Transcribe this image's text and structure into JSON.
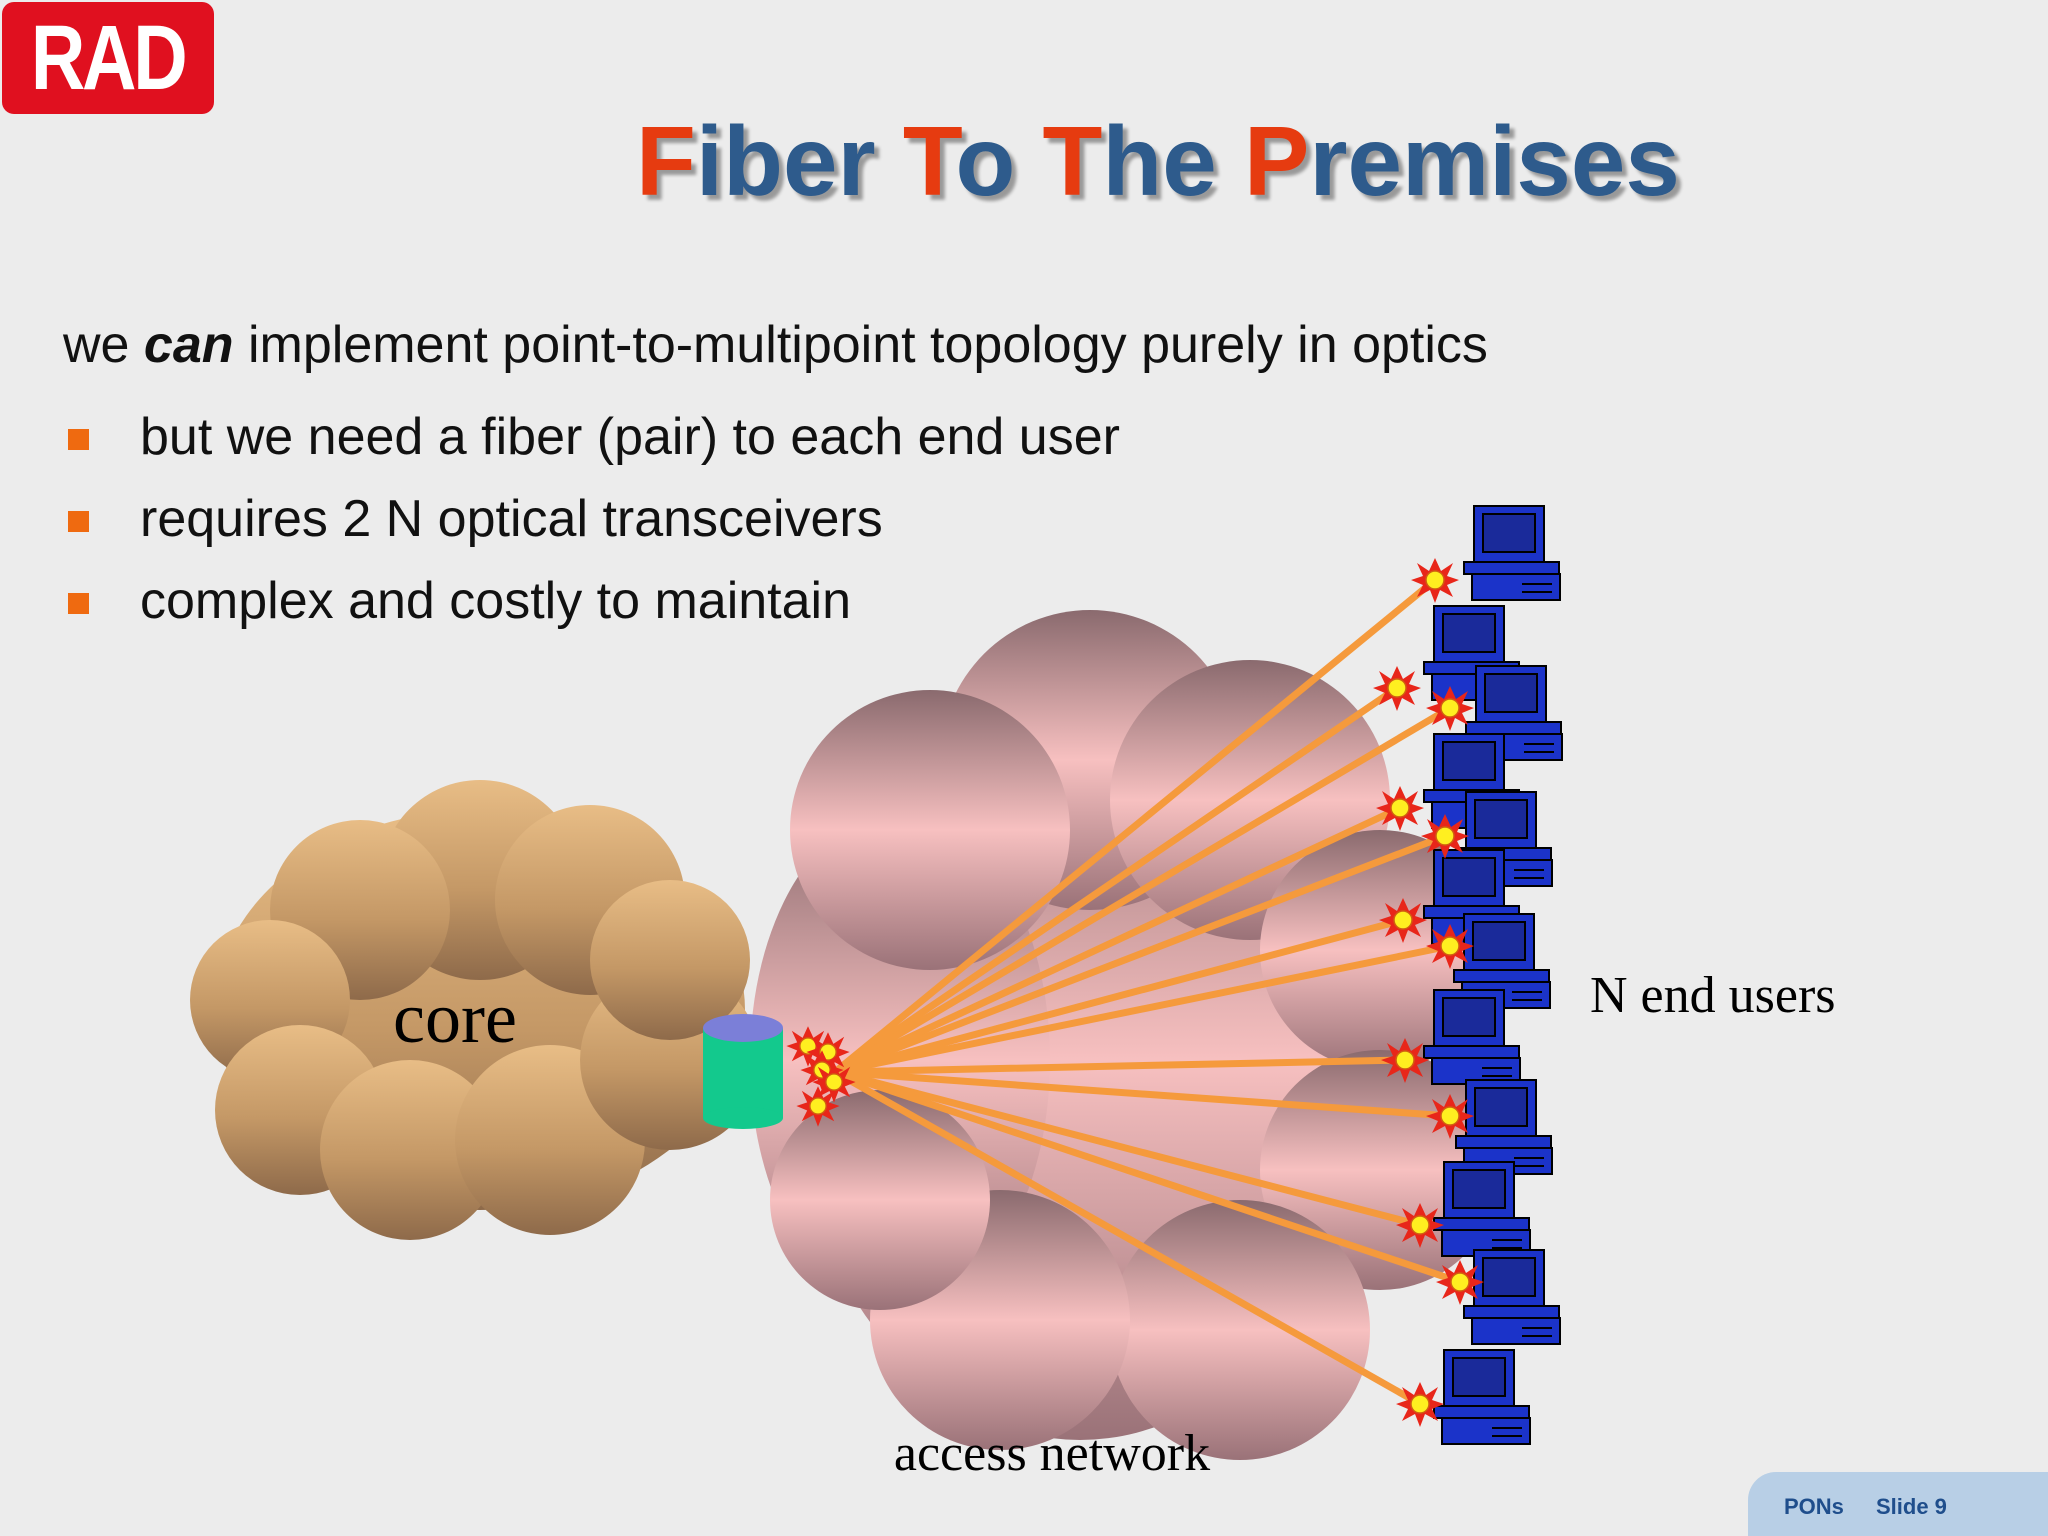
{
  "logo": {
    "text": "RAD"
  },
  "title": {
    "parts": [
      "F",
      "iber ",
      "T",
      "o ",
      "T",
      "he ",
      "P",
      "remises"
    ]
  },
  "intro": {
    "pre": "we ",
    "emph": "can",
    "post": " implement point-to-multipoint topology purely in optics"
  },
  "bullets": [
    "but we need a fiber (pair) to each end user",
    "requires 2 N optical transceivers",
    "complex and costly to maintain"
  ],
  "diagram": {
    "core_label": "core",
    "access_label": "access network",
    "users_label": "N end users"
  },
  "footer": {
    "section": "PONs",
    "slide": "Slide 9"
  },
  "colors": {
    "title_blue": "#2e5b8c",
    "title_orange": "#e63b10",
    "bullet": "#ef6a10",
    "fiber": "#f59a3c",
    "computer": "#1b33c9",
    "hub_body": "#13c98d",
    "hub_top": "#7b7fd8",
    "logo_red": "#e0101f"
  }
}
